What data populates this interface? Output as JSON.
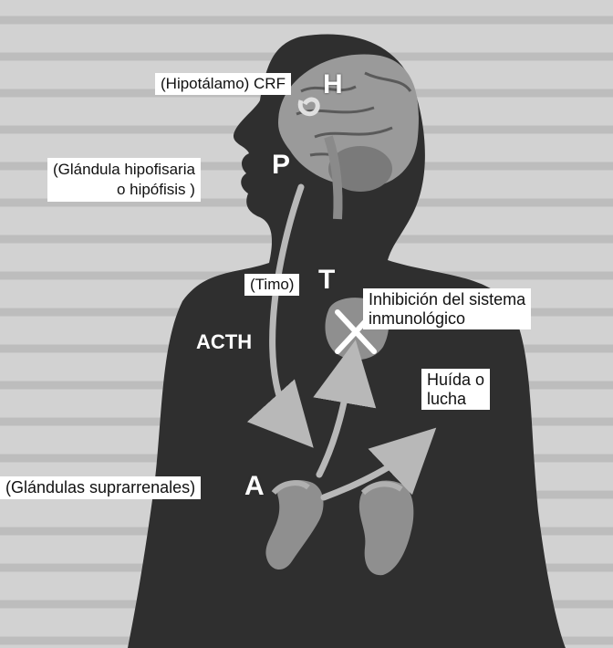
{
  "labels": {
    "hypothalamus": "(Hipotálamo) CRF",
    "hypothalamus_letter": "H",
    "pituitary_line1": "(Glándula hipofisaria",
    "pituitary_line2": "o hipófisis )",
    "pituitary_letter": "P",
    "thymus": "(Timo)",
    "thymus_letter": "T",
    "immune_line1": "Inhibición del sistema",
    "immune_line2": "inmunológico",
    "hormone": "ACTH",
    "flight_line1": "Huída o",
    "flight_line2": "lucha",
    "adrenal": "(Glándulas suprarrenales)",
    "adrenal_letter": "A"
  },
  "icons": [
    "brain-icon",
    "thymus-icon",
    "kidney-icon",
    "inhibition-x-icon",
    "arrow-icon"
  ],
  "colors": {
    "background": "#d2d2d2",
    "silhouette": "#2f2f2f",
    "brain": "#9a9a9a",
    "arrow": "#b8b8b8",
    "label_box": "#ffffff"
  }
}
